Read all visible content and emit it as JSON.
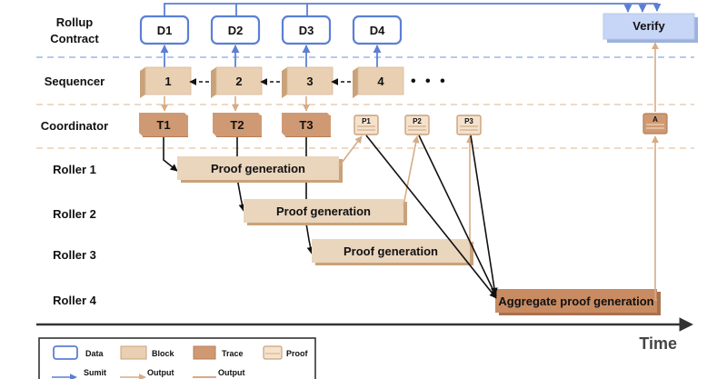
{
  "colors": {
    "data_stroke": "#5b7fd6",
    "verify_fill": "#c7d5f6",
    "block_face": "#e9d0b3",
    "block_side": "#c9a27a",
    "trace_fill": "#cf9a73",
    "trace_side": "#b57f58",
    "proof_fill": "#f4e2cd",
    "proof_stroke": "#c9a27a",
    "gen_fill": "#ead5bd",
    "agg_fill": "#c88b62",
    "lane_divider": "#e8cdb4",
    "contract_divider": "#9cb8ea",
    "output_arrow": "#d6ab86"
  },
  "lanes": {
    "rollup": "Rollup\nContract",
    "sequencer": "Sequencer",
    "coordinator": "Coordinator",
    "roller1": "Roller 1",
    "roller2": "Roller 2",
    "roller3": "Roller 3",
    "roller4": "Roller 4"
  },
  "data_boxes": [
    "D1",
    "D2",
    "D3",
    "D4"
  ],
  "verify_label": "Verify",
  "blocks": [
    "1",
    "2",
    "3",
    "4"
  ],
  "blocks_more": "• • •",
  "traces": [
    "T1",
    "T2",
    "T3"
  ],
  "proofs": [
    "P1",
    "P2",
    "P3"
  ],
  "aggregate_proof": "A",
  "generations": [
    "Proof generation",
    "Proof generation",
    "Proof generation"
  ],
  "aggregate_generation": "Aggregate proof generation",
  "time_label": "Time",
  "legend": {
    "data": "Data",
    "block": "Block",
    "trace": "Trace",
    "proof": "Proof",
    "submit": "Sumit",
    "output1": "Output",
    "output2": "Output"
  }
}
